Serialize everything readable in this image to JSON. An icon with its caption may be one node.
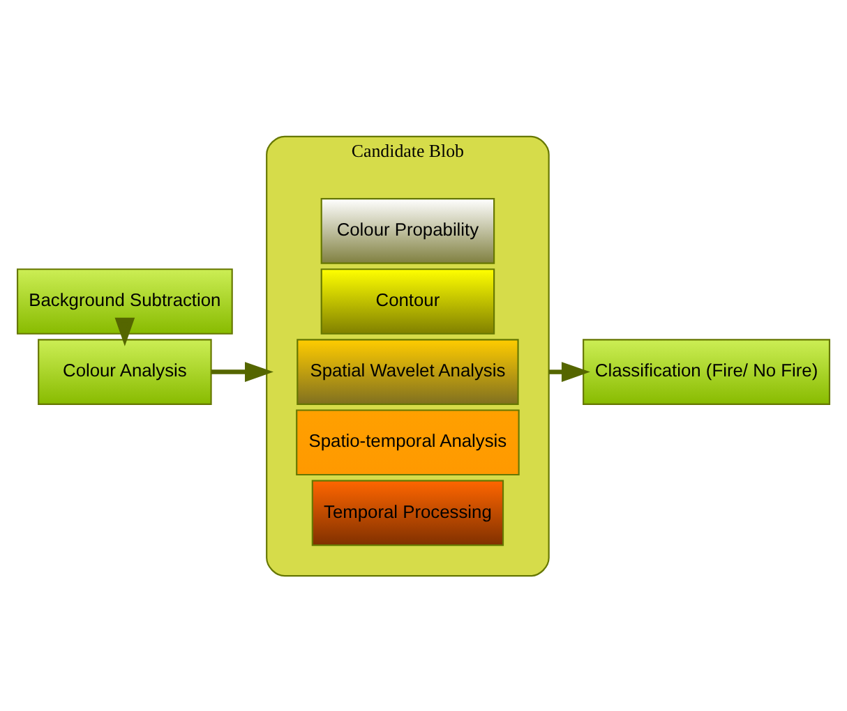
{
  "diagram": {
    "nodes": [
      {
        "text": [
          "Background Subtraction"
        ]
      },
      {
        "text": [
          "Colour Analysis"
        ]
      },
      {
        "text": [
          "Candidate Blob"
        ]
      },
      {
        "text": [
          "Colour Propability"
        ],
        "in": 2
      },
      {
        "text": [
          "Contour"
        ],
        "in": 2
      },
      {
        "text": [
          "Spatial Wavelet Analysis"
        ],
        "in": 2
      },
      {
        "text": [
          "Spatio-temporal Analysis"
        ],
        "in": 2
      },
      {
        "text": [
          "Temporal Processing"
        ],
        "in": 2
      },
      {
        "text": [
          "Classification (Fire/ No Fire)"
        ]
      }
    ],
    "edges": [
      {
        "from": 0,
        "to": 1,
        "arrow": "to"
      },
      {
        "from": 1,
        "to": 2,
        "arrow": "to"
      },
      {
        "from": 2,
        "to": 8,
        "arrow": "to"
      }
    ]
  }
}
